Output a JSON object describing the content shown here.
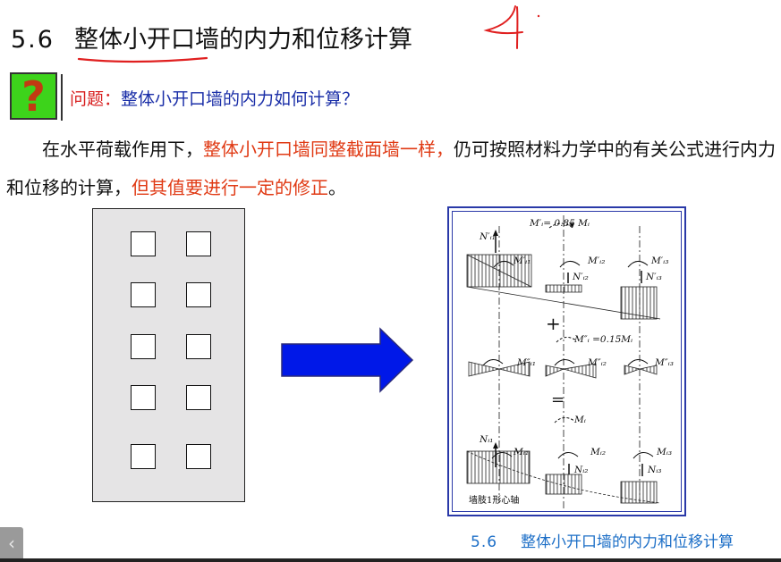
{
  "header": {
    "section_number": "5.6",
    "section_title": "整体小开口墙的内力和位移计算",
    "handwritten_mark": "4"
  },
  "question": {
    "label": "问题：",
    "text": "整体小开口墙的内力如何计算？",
    "icon": "question-mark-icon"
  },
  "paragraph": {
    "part1": "在水平荷载作用下，",
    "highlight1": "整体小开口墙同整截面墙一样，",
    "part2": "仍可按照材料力学中的有关公式进行内力和位移的计算，",
    "highlight2": "但其值要进行一定的修正",
    "part3": "。"
  },
  "diagram": {
    "top_moment": "M′ᵢ= 0.85 Mᵢ",
    "mid_moment": "M″ᵢ =0.15Mᵢ",
    "plus_sign": "+",
    "equals_sign": "=",
    "bottom_moment": "Mᵢ",
    "row1": {
      "n1": "N′ᵢ₁",
      "m1": "M′ᵢ₁",
      "m2": "M′ᵢ₂",
      "n2": "N′ᵢ₂",
      "m3": "M′ᵢ₃",
      "n3": "N′ᵢ₃"
    },
    "row2": {
      "m1": "M″ᵢ₁",
      "m2": "M″ᵢ₂",
      "m3": "M″ᵢ₃"
    },
    "row3": {
      "n1": "Nᵢ₁",
      "m1": "Mᵢ₁",
      "m2": "Mᵢ₂",
      "n2": "Nᵢ₂",
      "m3": "Mᵢ₃",
      "n3": "Nᵢ₃"
    },
    "axis_caption": "墙肢1形心轴"
  },
  "footer": {
    "section_number": "5.6",
    "section_title": "整体小开口墙的内力和位移计算"
  },
  "nav": {
    "prev_symbol": "‹"
  },
  "colors": {
    "accent_red": "#e03a14",
    "question_blue": "#1b2fa8",
    "footer_blue": "#1d6fc7",
    "icon_green": "#3dd31b",
    "arrow_blue": "#0018e8",
    "frame_blue": "#2a39a8"
  }
}
